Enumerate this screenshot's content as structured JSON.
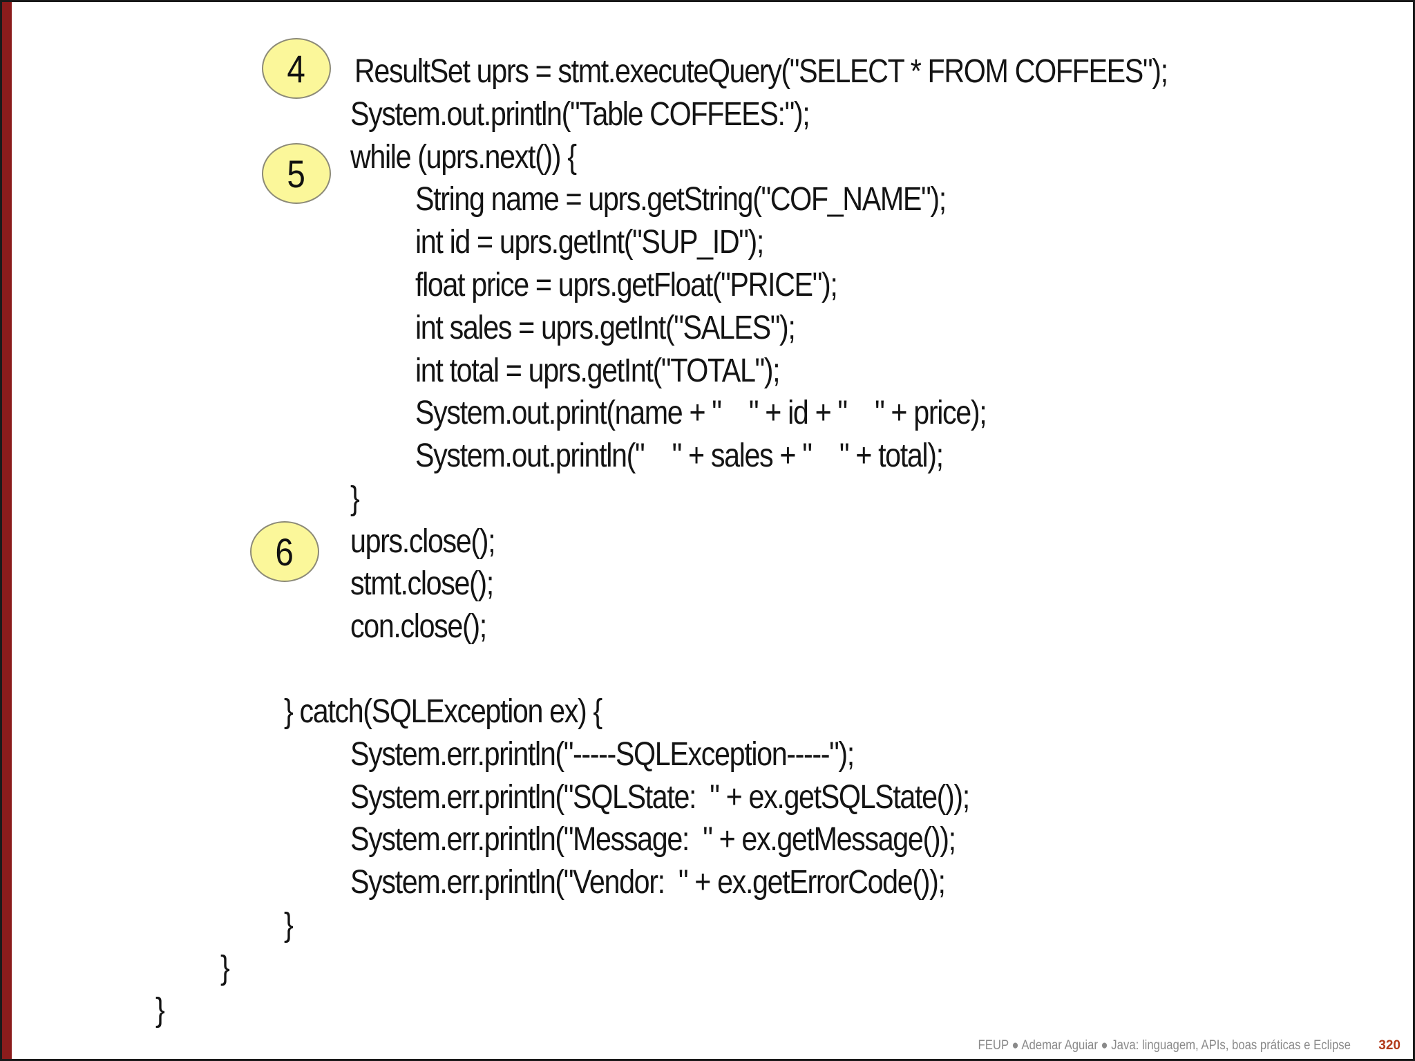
{
  "code_lines": [
    "ResultSet uprs = stmt.executeQuery(\"SELECT * FROM COFFEES\");",
    "System.out.println(\"Table COFFEES:\");",
    "while (uprs.next()) {",
    "String name = uprs.getString(\"COF_NAME\");",
    "int id = uprs.getInt(\"SUP_ID\");",
    "float price = uprs.getFloat(\"PRICE\");",
    "int sales = uprs.getInt(\"SALES\");",
    "int total = uprs.getInt(\"TOTAL\");",
    "System.out.print(name + \"    \" + id + \"    \" + price);",
    "System.out.println(\"    \" + sales + \"    \" + total);",
    "}",
    "uprs.close();",
    "stmt.close();",
    "con.close();",
    "} catch(SQLException ex) {",
    "System.err.println(\"-----SQLException-----\");",
    "System.err.println(\"SQLState:  \" + ex.getSQLState());",
    "System.err.println(\"Message:  \" + ex.getMessage());",
    "System.err.println(\"Vendor:  \" + ex.getErrorCode());",
    "}",
    "}",
    "}"
  ],
  "step_markers": [
    "4",
    "5",
    "6"
  ],
  "footer": {
    "credits": "FEUP ● Ademar Aguiar ● Java: linguagem, APIs, boas práticas e Eclipse",
    "page_number": "320"
  },
  "colors": {
    "accent_bar": "#8b1c1c",
    "marker_fill": "#fbf79a",
    "page_number": "#b23a1a"
  }
}
